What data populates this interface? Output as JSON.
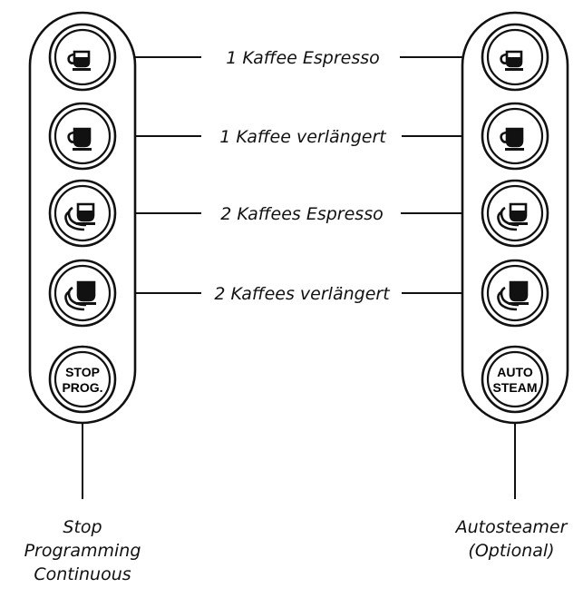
{
  "rows": [
    {
      "label": "1 Kaffee Espresso",
      "left_icon": "single-cup-espresso-icon",
      "right_icon": "single-cup-espresso-icon"
    },
    {
      "label": "1 Kaffee verlängert",
      "left_icon": "single-cup-long-icon",
      "right_icon": "single-cup-long-icon"
    },
    {
      "label": "2 Kaffees Espresso",
      "left_icon": "double-cup-espresso-icon",
      "right_icon": "double-cup-espresso-icon"
    },
    {
      "label": "2 Kaffees verlängert",
      "left_icon": "double-cup-long-icon",
      "right_icon": "double-cup-long-icon"
    }
  ],
  "left_panel": {
    "bottom_button": {
      "line1": "STOP",
      "line2": "PROG."
    },
    "callout": {
      "line1": "Stop",
      "line2": "Programming",
      "line3": "Continuous"
    }
  },
  "right_panel": {
    "bottom_button": {
      "line1": "AUTO",
      "line2": "STEAM"
    },
    "callout": {
      "line1": "Autosteamer",
      "line2": "(Optional)"
    }
  },
  "colors": {
    "stroke": "#111111",
    "fill": "#ffffff"
  }
}
